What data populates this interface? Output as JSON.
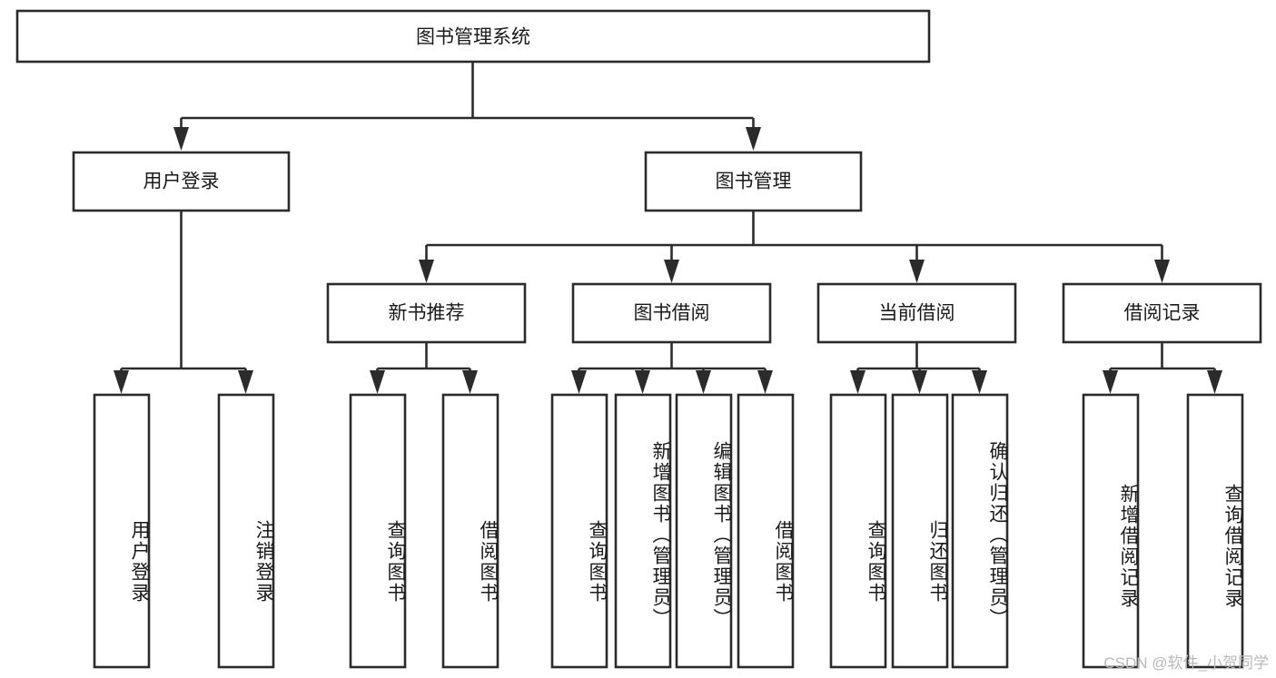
{
  "diagram": {
    "title": "图书管理系统",
    "watermark": "CSDN @软件_小贺同学",
    "type": "tree-hierarchy",
    "root": {
      "id": "root",
      "label": "图书管理系统",
      "orientation": "horizontal"
    },
    "level2": [
      {
        "id": "user-login",
        "label": "用户登录",
        "orientation": "horizontal"
      },
      {
        "id": "book-manage",
        "label": "图书管理",
        "orientation": "horizontal"
      }
    ],
    "level3": [
      {
        "id": "new-book-recommend",
        "label": "新书推荐",
        "orientation": "horizontal",
        "parent": "book-manage"
      },
      {
        "id": "book-borrow",
        "label": "图书借阅",
        "orientation": "horizontal",
        "parent": "book-manage"
      },
      {
        "id": "current-borrow",
        "label": "当前借阅",
        "orientation": "horizontal",
        "parent": "book-manage"
      },
      {
        "id": "borrow-record",
        "label": "借阅记录",
        "orientation": "horizontal",
        "parent": "book-manage"
      }
    ],
    "leaves": {
      "user_login": [
        {
          "id": "leaf-user-login",
          "label": "用户登录"
        },
        {
          "id": "leaf-logout-login",
          "label": "注销登录"
        }
      ],
      "new_book_recommend": [
        {
          "id": "leaf-query-book-1",
          "label": "查询图书"
        },
        {
          "id": "leaf-borrow-book-1",
          "label": "借阅图书"
        }
      ],
      "book_borrow": [
        {
          "id": "leaf-query-book-2",
          "label": "查询图书"
        },
        {
          "id": "leaf-add-book-admin",
          "label": "新增图书（管理员）"
        },
        {
          "id": "leaf-edit-book-admin",
          "label": "编辑图书（管理员）"
        },
        {
          "id": "leaf-borrow-book-2",
          "label": "借阅图书"
        }
      ],
      "current_borrow": [
        {
          "id": "leaf-query-book-3",
          "label": "查询图书"
        },
        {
          "id": "leaf-return-book",
          "label": "归还图书"
        },
        {
          "id": "leaf-confirm-return-admin",
          "label": "确认归还（管理员）"
        }
      ],
      "borrow_record": [
        {
          "id": "leaf-add-borrow-record",
          "label": "新增借阅记录"
        },
        {
          "id": "leaf-query-borrow-record",
          "label": "查询借阅记录"
        }
      ]
    },
    "colors": {
      "stroke": "#2b2b2b",
      "fill": "#ffffff",
      "text": "#1a1a1a",
      "watermark": "#b9b9b9"
    }
  }
}
